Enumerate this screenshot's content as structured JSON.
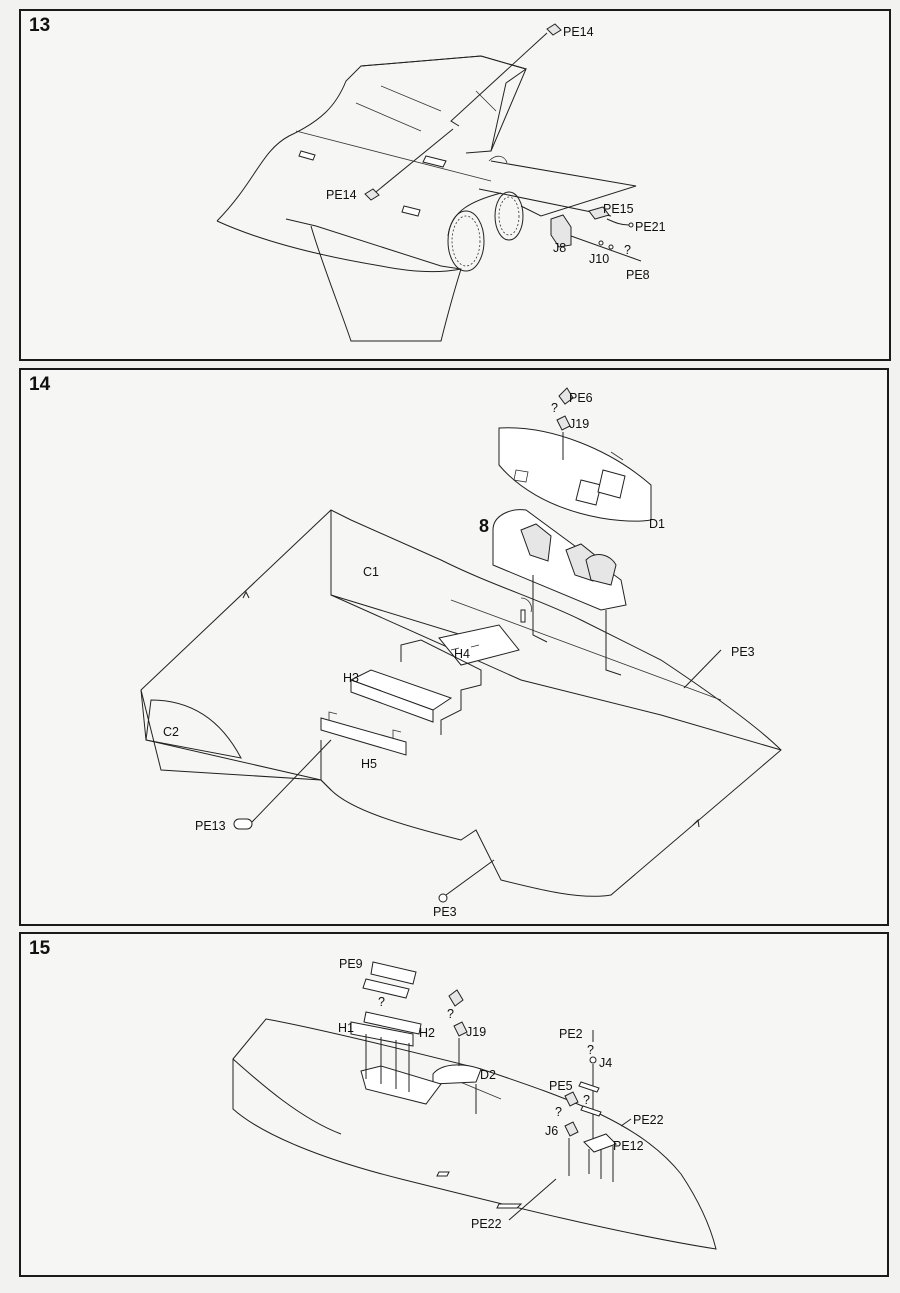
{
  "steps": [
    {
      "number": "13",
      "labels": [
        "PE14",
        "PE14",
        "PE15",
        "PE21",
        "J8",
        "J10",
        "PE8",
        "?"
      ]
    },
    {
      "number": "14",
      "labels": [
        "PE6",
        "?",
        "J19",
        "D1",
        "8",
        "C1",
        "H4",
        "H3",
        "PE3",
        "C2",
        "H5",
        "PE13",
        "PE3"
      ]
    },
    {
      "number": "15",
      "labels": [
        "PE9",
        "?",
        "?",
        "H1",
        "H2",
        "J19",
        "D2",
        "PE2",
        "?",
        "J4",
        "PE5",
        "?",
        "?",
        "J6",
        "PE22",
        "PE12",
        "PE22"
      ]
    }
  ]
}
